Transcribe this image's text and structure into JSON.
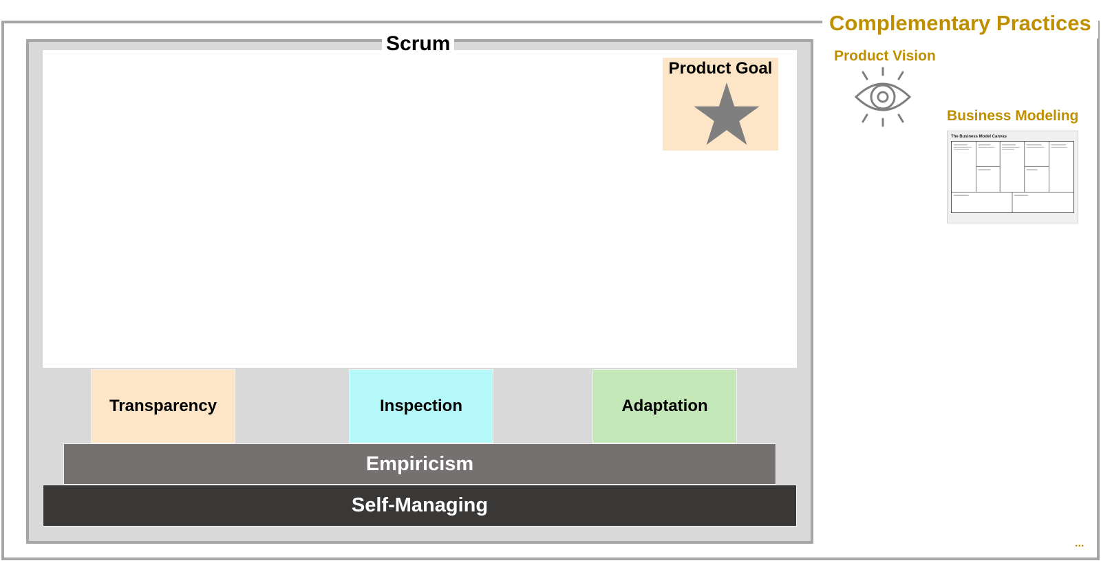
{
  "complementary": {
    "title": "Complementary Practices",
    "product_vision_label": "Product Vision",
    "business_modeling_label": "Business Modeling",
    "canvas_title": "The Business Model Canvas",
    "more": "..."
  },
  "scrum": {
    "title": "Scrum",
    "product_goal_label": "Product Goal",
    "pillars": [
      "Transparency",
      "Inspection",
      "Adaptation"
    ],
    "empiricism": "Empiricism",
    "self_managing": "Self-Managing"
  },
  "colors": {
    "accent": "#bf8f00",
    "frame": "#a6a6a6",
    "scrum_bg": "#d9d9d9",
    "product_goal_bg": "#fde6c7",
    "transparency": "#fde6c7",
    "inspection": "#b5f8f9",
    "adaptation": "#c3e7b7",
    "empiricism": "#757171",
    "self_managing": "#3a3837"
  },
  "icons": [
    "star-icon",
    "eye-icon",
    "business-model-canvas-thumbnail"
  ]
}
